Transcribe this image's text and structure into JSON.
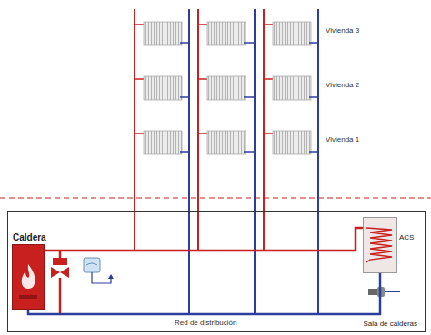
{
  "diagram": {
    "nodes": [
      {
        "text": [
          "Sala de calderas"
        ]
      },
      {
        "text": [
          "Caldera"
        ],
        "in": 0
      },
      {
        "text": [
          "ACS"
        ],
        "in": 0
      }
    ],
    "edges": [
      {
        "from": 1,
        "to": 2,
        "arrow": "none"
      },
      {
        "from": 1,
        "to": 2,
        "arrow": "none"
      }
    ],
    "labels": [
      "Vivienda 3",
      "Vivienda 2",
      "Vivienda 1",
      "Red de distribución"
    ]
  }
}
